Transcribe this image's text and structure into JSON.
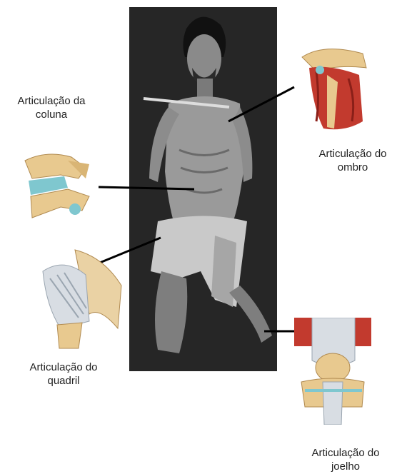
{
  "labels": {
    "spine": {
      "line1": "Articulação da",
      "line2": "coluna"
    },
    "shoulder": {
      "line1": "Articulação do",
      "line2": "ombro"
    },
    "hip": {
      "line1": "Articulação do",
      "line2": "quadril"
    },
    "knee": {
      "line1": "Articulação do",
      "line2": "joelho"
    }
  },
  "colors": {
    "photo_background": "#262626",
    "leader_line": "#000000",
    "bone": "#e8c98f",
    "muscle": "#c23a2e",
    "cartilage": "#7fc7cf",
    "ligament": "#d8dde3"
  }
}
